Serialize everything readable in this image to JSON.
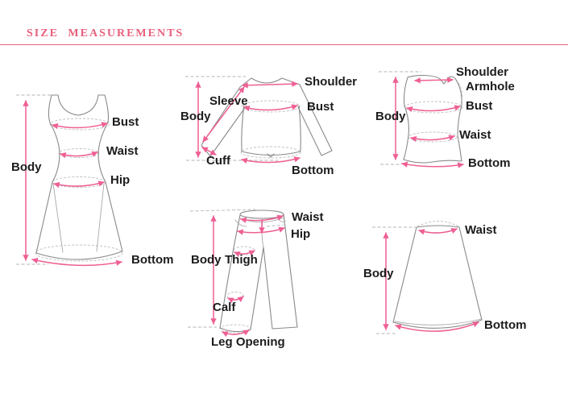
{
  "title": "SIZE MEASUREMENTS",
  "colors": {
    "accent_pink": "#ee5f94",
    "title_pink": "#e8607c",
    "outline_gray": "#8a8a8a",
    "guide_gray": "#b5b5b5",
    "label_black": "#1c1c1c"
  },
  "figures": {
    "dress": {
      "labels": {
        "body": "Body",
        "bust": "Bust",
        "waist": "Waist",
        "hip": "Hip",
        "bottom": "Bottom"
      }
    },
    "top": {
      "labels": {
        "shoulder": "Shoulder",
        "sleeve": "Sleeve",
        "body": "Body",
        "bust": "Bust",
        "cuff": "Cuff",
        "bottom": "Bottom"
      }
    },
    "vest": {
      "labels": {
        "shoulder": "Shoulder",
        "armhole": "Armhole",
        "body": "Body",
        "bust": "Bust",
        "waist": "Waist",
        "bottom": "Bottom"
      }
    },
    "pants": {
      "labels": {
        "waist": "Waist",
        "hip": "Hip",
        "body": "Body",
        "thigh": "Thigh",
        "calf": "Calf",
        "leg_opening": "Leg Opening"
      }
    },
    "skirt": {
      "labels": {
        "waist": "Waist",
        "body": "Body",
        "bottom": "Bottom"
      }
    }
  }
}
